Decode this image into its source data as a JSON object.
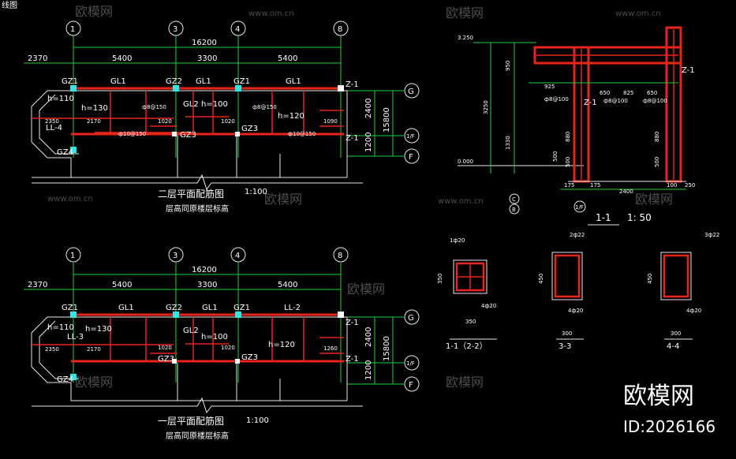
{
  "title_fragment": "线图",
  "watermark": {
    "site": "www.om.cn",
    "brand": "欧模网"
  },
  "brand_big": "欧模网",
  "brand_id": "ID:2026166",
  "axes_top": [
    "1",
    "3",
    "4",
    "8"
  ],
  "axes_side": [
    "G",
    "1/F",
    "F"
  ],
  "dims": {
    "total": "16200",
    "seg1": "5400",
    "seg2": "3300",
    "seg3": "5400",
    "left": "2370",
    "v1": "2400",
    "v2": "1200",
    "vt": "15800"
  },
  "plan1": {
    "title": "二层平面配筋图",
    "scale": "1:100",
    "subtitle": "层高同原楼层标高",
    "labels": {
      "gz1": "GZ1",
      "gz2": "GZ2",
      "gz3": "GZ3",
      "gz4": "GZ4",
      "gl1": "GL1",
      "gl2": "GL2",
      "ll": "LL-4",
      "z1": "Z-1",
      "h110": "h=110",
      "h130": "h=130",
      "h100": "h=100",
      "h120": "h=120",
      "d2350": "2350",
      "d2170": "2170",
      "d1020": "1020",
      "d1090": "1090",
      "r1": "ф10@150",
      "r2": "ф8@150"
    }
  },
  "plan2": {
    "title": "一层平面配筋图",
    "scale": "1:100",
    "subtitle": "层高同原楼层标高",
    "labels": {
      "gz1": "GZ1",
      "gz2": "GZ2",
      "gz3": "GZ3",
      "gz4": "GZ4",
      "gl1": "GL1",
      "gl2": "GL2",
      "ll3": "LL-3",
      "ll2": "LL-2",
      "z1": "Z-1",
      "h110": "h=110",
      "h130": "h=130",
      "h100": "h=100",
      "h120": "h=120",
      "d2350": "2350",
      "d2170": "2170",
      "d1020": "1020",
      "d1260": "1260"
    }
  },
  "section": {
    "title": "1-1",
    "scale": "1: 50",
    "elev_top": "3.250",
    "elev_zero": "0.000",
    "dims": [
      "950",
      "925",
      "650",
      "825",
      "650",
      "500",
      "3250",
      "1330",
      "880",
      "880",
      "500",
      "500",
      "175",
      "175",
      "2400",
      "100",
      "250"
    ],
    "marks": [
      "Z-1",
      "ф8@100"
    ],
    "axis_labels": [
      "C",
      "B",
      "1/F"
    ]
  },
  "details": [
    {
      "title": "1-1（2-2）",
      "w": "350",
      "h": "350",
      "bars": [
        "1ф20",
        "4ф20"
      ]
    },
    {
      "title": "3-3",
      "w": "300",
      "h": "450",
      "bars": [
        "2ф22",
        "4ф20"
      ]
    },
    {
      "title": "4-4",
      "w": "300",
      "h": "450",
      "bars": [
        "3ф22",
        "4ф20"
      ]
    }
  ]
}
